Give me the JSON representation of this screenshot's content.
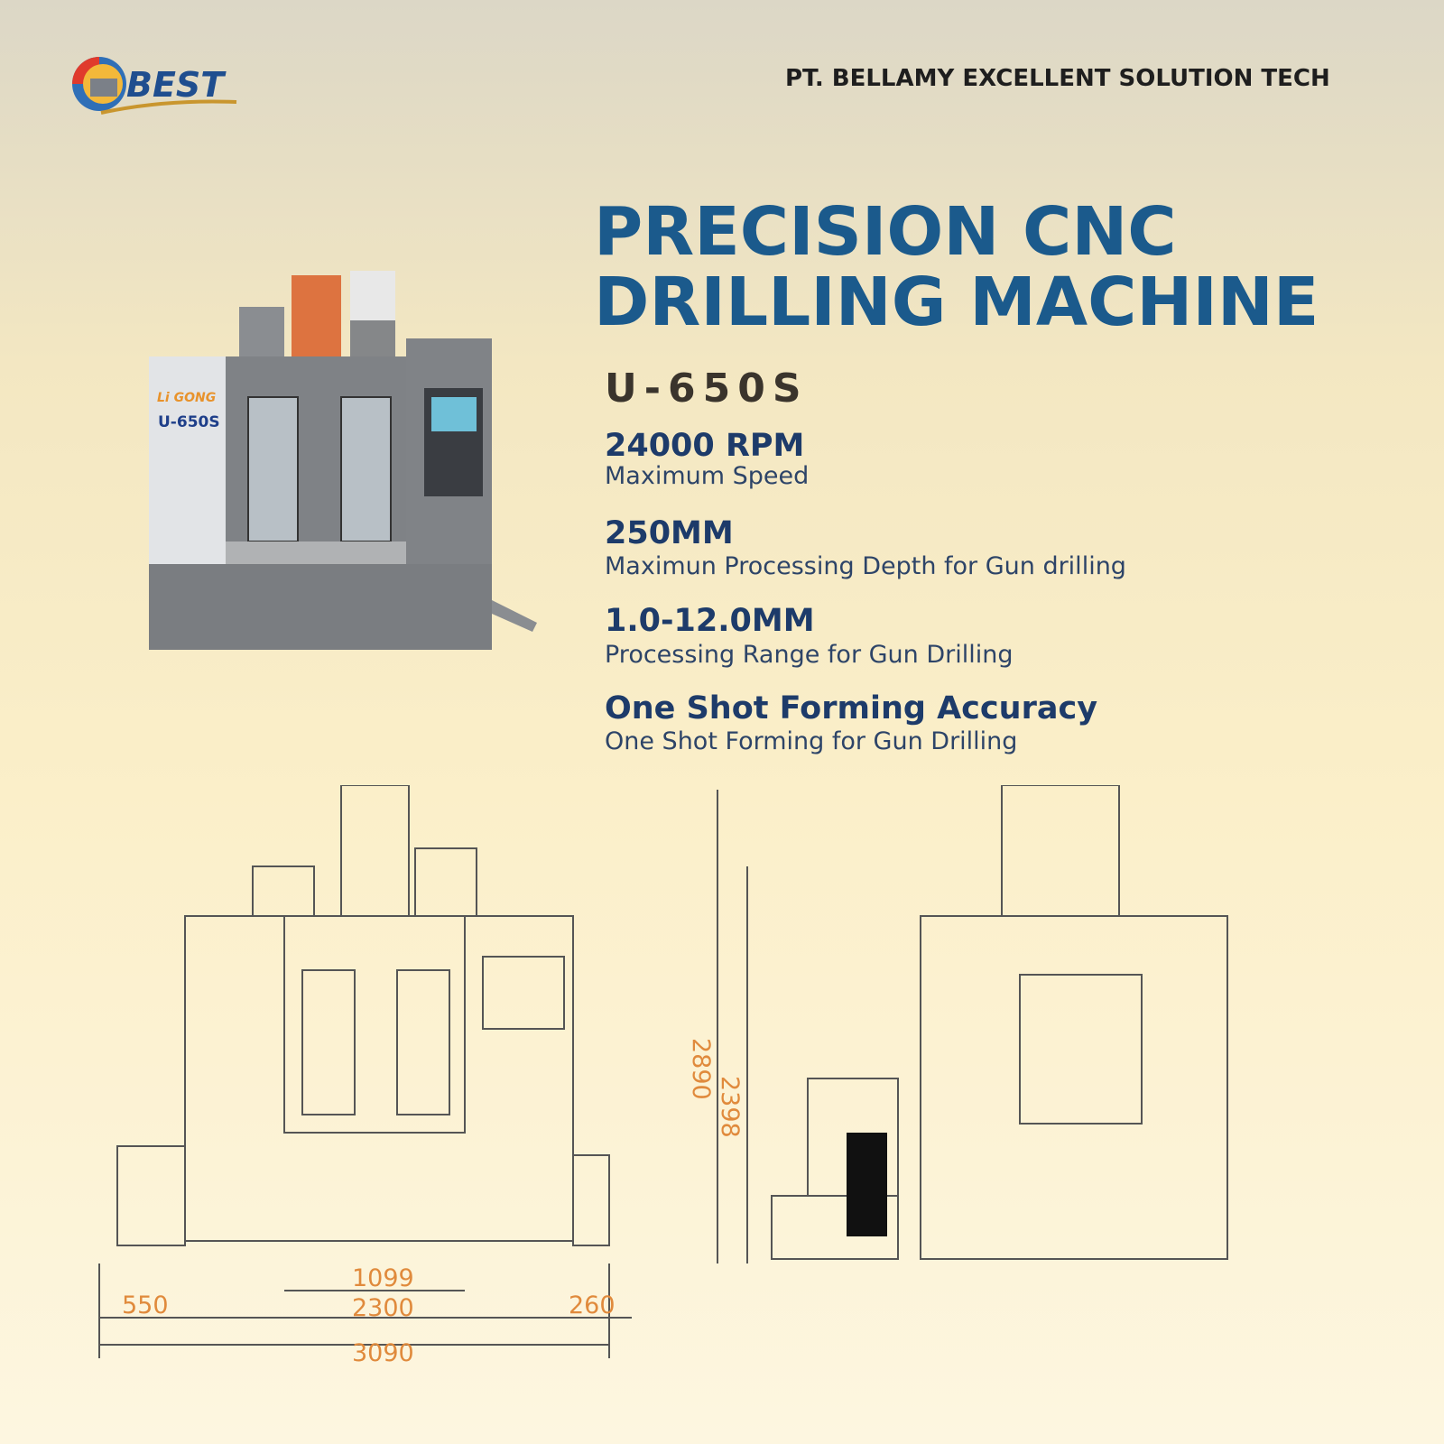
{
  "logo": {
    "text": "BEST"
  },
  "header": {
    "company": "PT. BELLAMY EXCELLENT SOLUTION TECH"
  },
  "title": {
    "line1": "PRECISION CNC",
    "line2": "DRILLING MACHINE"
  },
  "model": "U-650S",
  "machine_photo": {
    "brand": "Li GONG",
    "model_label": "U-650S"
  },
  "specs": [
    {
      "value": "24000 RPM",
      "label": "Maximum Speed"
    },
    {
      "value": "250MM",
      "label": "Maximun Processing Depth for Gun drilling"
    },
    {
      "value": "1.0-12.0MM",
      "label": "Processing Range for Gun Drilling"
    },
    {
      "value": "One Shot Forming Accuracy",
      "label": "One Shot Forming for Gun Drilling"
    }
  ],
  "front_view": {
    "dims": [
      "1099",
      "550",
      "2300",
      "260",
      "3090"
    ]
  },
  "side_view": {
    "dims": [
      "2890",
      "2398"
    ]
  },
  "colors": {
    "title": "#1b5a8c",
    "spec_heading": "#1d3b6a",
    "dimension": "#e08a3c",
    "machine_body": "#7d8084"
  }
}
